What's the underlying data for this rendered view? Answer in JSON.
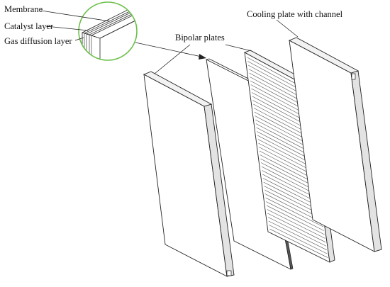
{
  "labels": {
    "membrane": "Membrane",
    "catalyst_layer": "Catalyst layer",
    "gas_diffusion_layer": "Gas diffusion layer",
    "cooling_plate": "Cooling plate with channel",
    "bipolar_plates": "Bipolar  plates"
  },
  "colors": {
    "outline": "#222222",
    "plate_face": "#ffffff",
    "plate_edge": "#e3e3e3",
    "channel_line": "#555555",
    "magnifier_ring": "#6cc04a"
  }
}
